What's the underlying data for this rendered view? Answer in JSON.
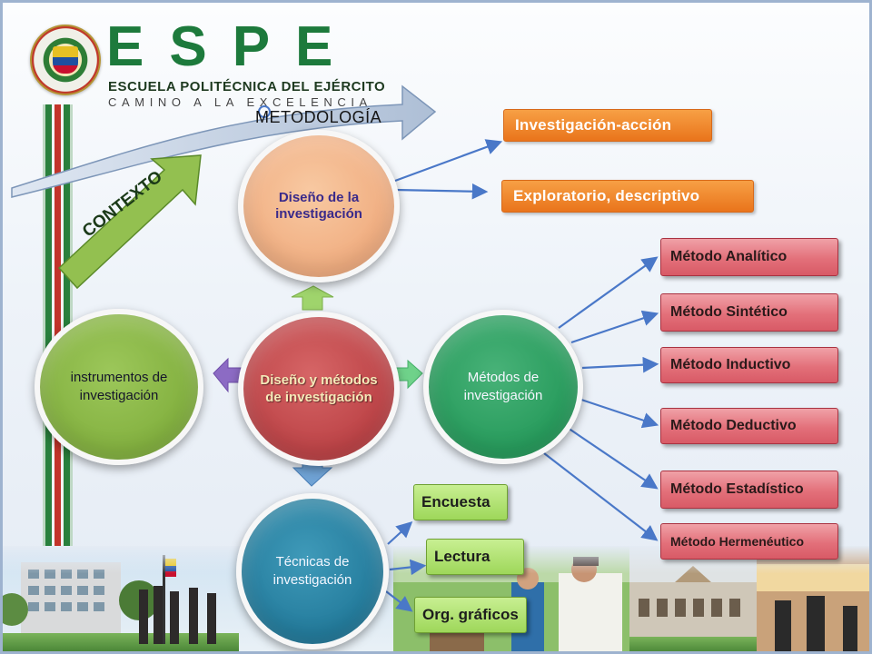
{
  "header": {
    "brand": "ESPE",
    "institution": "ESCUELA POLITÉCNICA DEL EJÉRCITO",
    "motto": "CAMINO A LA EXCELENCIA"
  },
  "diagram": {
    "metodologia": "METODOLOGÍA",
    "contexto": "CONTEXTO",
    "center": "Diseño y métodos de investigación",
    "design": "Diseño de la investigación",
    "methods": "Métodos de investigación",
    "instruments": "instrumentos de investigación",
    "techniques": "Técnicas  de investigación",
    "design_types": [
      "Investigación-acción",
      "Exploratorio, descriptivo"
    ],
    "method_list": [
      "Método Analítico",
      "Método Sintético",
      "Método Inductivo",
      "Método Deductivo",
      "Método Estadístico",
      "Método Hermenéutico"
    ],
    "technique_list": [
      "Encuesta",
      "Lectura",
      "Org. gráficos"
    ]
  },
  "colors": {
    "design_circle": "#efa87a",
    "center_circle": "#b73c40",
    "methods_circle": "#209656",
    "instruments_circle": "#7eac3a",
    "techniques_circle": "#1e7596",
    "orange_box": "#e9741b",
    "red_box": "#e3707a",
    "green_box": "#9ed75a",
    "connector_blue": "#4a78c8",
    "brand_green": "#1d7a3c"
  }
}
